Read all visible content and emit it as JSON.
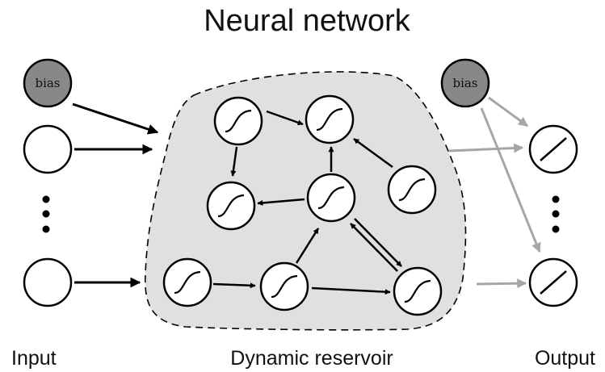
{
  "title": "Neural network",
  "labels": {
    "input": "Input",
    "reservoir": "Dynamic reservoir",
    "output": "Output"
  },
  "bias_label": "bias",
  "colors": {
    "stroke": "#000000",
    "reservoir_fill": "#e0e0e0",
    "bias_fill": "#888888",
    "output_arrow": "#a6a6a6",
    "background": "#ffffff"
  },
  "icons": {
    "reservoir_node": "sigmoid-icon",
    "output_node": "linear-icon",
    "ellipsis": "vertical-ellipsis"
  }
}
